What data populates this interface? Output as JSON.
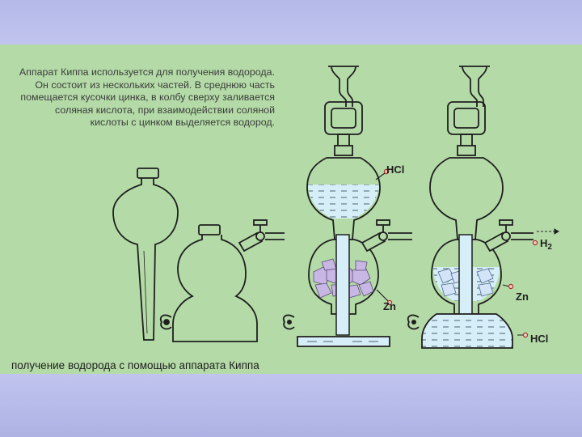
{
  "description": "Аппарат Киппа используется для получения водорода. Он состоит из нескольких частей. В среднюю часть помещается кусочки цинка, в колбу сверху заливается соляная кислота, при взаимодействии соляной кислоты с цинком выделяется водород.",
  "caption": "получение водорода с помощью аппарата Киппа",
  "labels": {
    "hcl_top": "HCl",
    "zn_mid": "Zn",
    "h2": "H",
    "h2_sub": "2",
    "zn_right": "Zn",
    "hcl_bottom": "HCl"
  },
  "colors": {
    "panel": "#b4dba7",
    "band": "#b5b9e8",
    "liquid": "#d6eef7",
    "zinc": "#c8b6e4",
    "line": "#1f1f1f",
    "marker": "#a8322a"
  }
}
